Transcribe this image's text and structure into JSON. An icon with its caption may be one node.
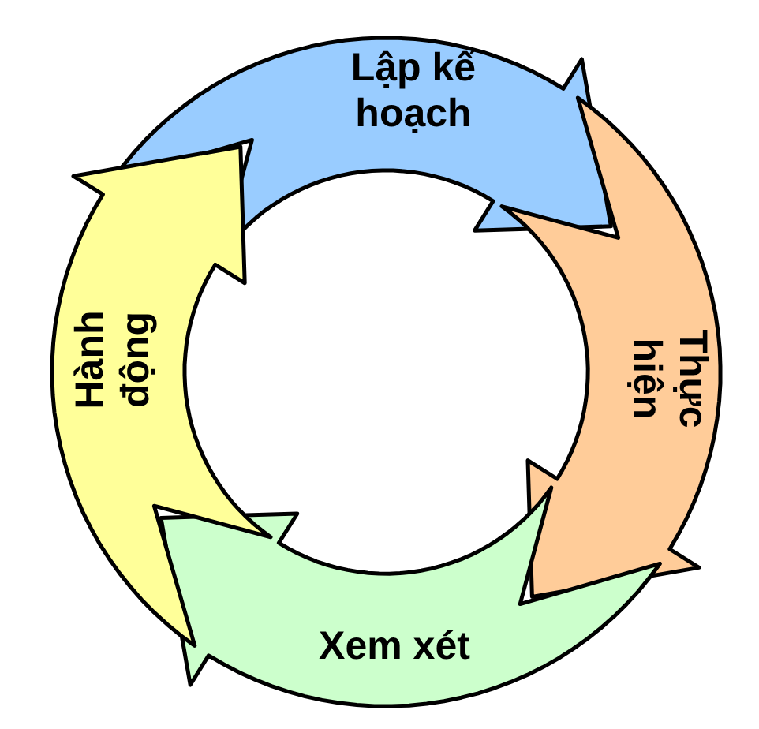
{
  "diagram": {
    "nodes": [
      {
        "text": [
          "Lập kế hoạch"
        ]
      },
      {
        "text": [
          "Thực hiện"
        ]
      },
      {
        "text": [
          "Xem xét"
        ]
      },
      {
        "text": [
          "Hành động"
        ]
      }
    ]
  }
}
